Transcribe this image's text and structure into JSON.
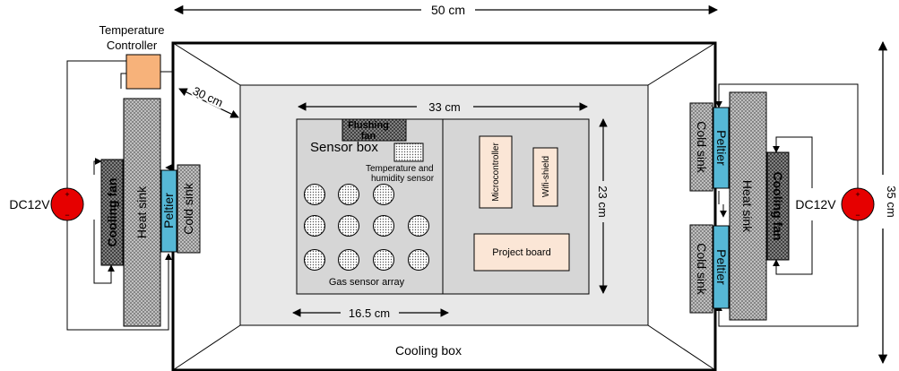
{
  "dimensions": {
    "width_label": "50 cm",
    "depth_label": "35 cm",
    "height_label": "30 cm",
    "inner_width_label": "33 cm",
    "inner_depth_label": "23 cm",
    "half_width_label": "16.5 cm"
  },
  "labels": {
    "temperature_controller_line1": "Temperature",
    "temperature_controller_line2": "Controller",
    "cooling_box": "Cooling box",
    "sensor_box": "Sensor box",
    "flushing_fan_line1": "Flushing",
    "flushing_fan_line2": "fan",
    "temp_humidity_line1": "Temperature and",
    "temp_humidity_line2": "humidity sensor",
    "gas_sensor_array": "Gas sensor array",
    "microcontroller": "Microcontroller",
    "wifi_shield": "Wifi-shield",
    "project_board": "Project board"
  },
  "left_unit": {
    "power": "DC12V",
    "cooling_fan": "Cooling fan",
    "heat_sink": "Heat sink",
    "peltier": "Peltier",
    "cold_sink": "Cold sink"
  },
  "right_unit": {
    "power": "DC12V",
    "cooling_fan": "Cooling fan",
    "heat_sink": "Heat sink",
    "peltier_top": "Peltier",
    "cold_sink_top": "Cold sink",
    "peltier_bottom": "Peltier",
    "cold_sink_bottom": "Cold sink"
  },
  "colors": {
    "peltier": "#56b8d6",
    "controller": "#f7b27a",
    "component_box": "#fbe6d6",
    "power_source": "#e60000",
    "inner_floor": "#e8e8e8",
    "sensor_box_fill": "#d6d6d6"
  }
}
